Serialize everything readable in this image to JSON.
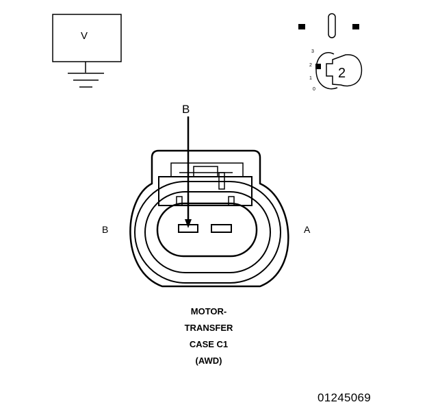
{
  "meter": {
    "label": "V"
  },
  "selector": {
    "ticks": [
      "3",
      "2",
      "1",
      "0"
    ],
    "value": "2"
  },
  "pin_callout": {
    "label": "B"
  },
  "cavities": {
    "left_label": "B",
    "right_label": "A"
  },
  "caption": {
    "lines": [
      "MOTOR-",
      "TRANSFER",
      "CASE C1",
      "(AWD)"
    ]
  },
  "figure_id": "01245069"
}
